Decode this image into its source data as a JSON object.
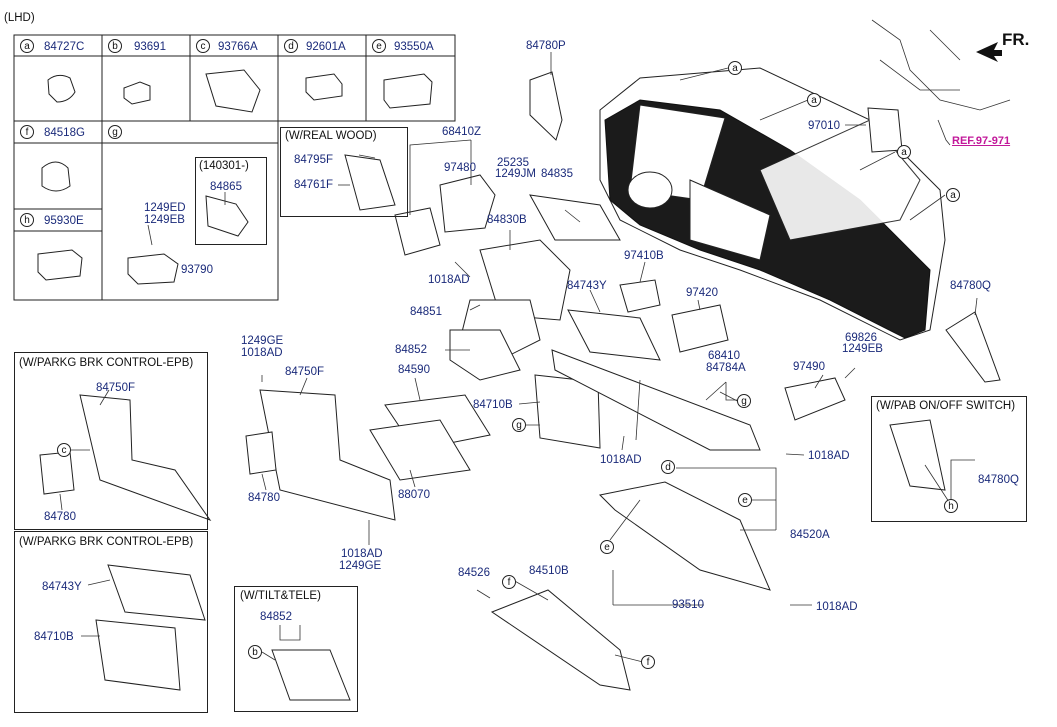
{
  "header": {
    "variant": "(LHD)",
    "direction": "FR.",
    "reference": "REF.97-971"
  },
  "legend_table": {
    "cells": [
      {
        "key": "a",
        "part": "84727C"
      },
      {
        "key": "b",
        "part": "93691"
      },
      {
        "key": "c",
        "part": "93766A"
      },
      {
        "key": "d",
        "part": "92601A"
      },
      {
        "key": "e",
        "part": "93550A"
      },
      {
        "key": "f",
        "part": "84518G"
      },
      {
        "key": "g",
        "part": ""
      },
      {
        "key": "h",
        "part": "95930E"
      }
    ],
    "g_date_box": "(140301-)",
    "g_parts": [
      "84865",
      "1249ED",
      "1249EB",
      "93790"
    ]
  },
  "callouts": {
    "a": "a",
    "b": "b",
    "c": "c",
    "d": "d",
    "e": "e",
    "f": "f",
    "g": "g",
    "h": "h"
  },
  "insets": {
    "real_wood": {
      "title": "(W/REAL WOOD)",
      "parts": [
        "84795F",
        "84761F"
      ]
    },
    "epb1": {
      "title": "(W/PARKG BRK CONTROL-EPB)",
      "parts": [
        "84750F",
        "84780"
      ]
    },
    "epb2": {
      "title": "(W/PARKG BRK CONTROL-EPB)",
      "parts": [
        "84743Y",
        "84710B"
      ]
    },
    "tilt": {
      "title": "(W/TILT&TELE)",
      "parts": [
        "84852"
      ]
    },
    "pab": {
      "title": "(W/PAB ON/OFF SWITCH)",
      "parts": [
        "84780Q"
      ]
    }
  },
  "parts": {
    "p84780P": "84780P",
    "p97010": "97010",
    "p68410Z": "68410Z",
    "p97480": "97480",
    "p25235": "25235",
    "p1249JM": "1249JM",
    "p84835": "84835",
    "p84830B": "84830B",
    "p1018AD_a": "1018AD",
    "p84851": "84851",
    "p97410B": "97410B",
    "p84743Y": "84743Y",
    "p97420": "97420",
    "p84780Q": "84780Q",
    "p84852": "84852",
    "p84590": "84590",
    "p1249GE_a": "1249GE",
    "p1018AD_b": "1018AD",
    "p84750F": "84750F",
    "p84710B": "84710B",
    "p68410": "68410",
    "p84784A": "84784A",
    "p69826": "69826",
    "p1249EB": "1249EB",
    "p97490": "97490",
    "p1018AD_c": "1018AD",
    "p1018AD_d": "1018AD",
    "p84780": "84780",
    "p88070": "88070",
    "p1018AD_e": "1018AD",
    "p1249GE_b": "1249GE",
    "p84520A": "84520A",
    "p84526": "84526",
    "p84510B": "84510B",
    "p93510": "93510",
    "p1018AD_f": "1018AD"
  }
}
